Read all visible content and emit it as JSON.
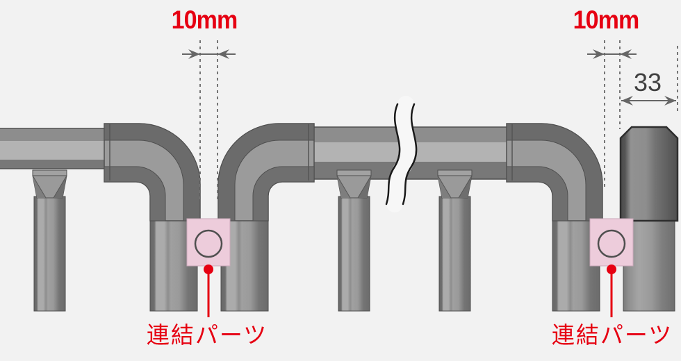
{
  "diagram": {
    "type": "product-dimension-illustration",
    "subject": "pipe-rack-joint",
    "dimensions": {
      "left_gap_label": "10mm",
      "right_gap_label": "10mm",
      "end_width_label": "33"
    },
    "annotations": {
      "left_connector_label": "連結パーツ",
      "right_connector_label": "連結パーツ"
    },
    "colors": {
      "background": "#f2f2f2",
      "accent_red": "#e60012",
      "connector_pink": "#edccdb",
      "dimension_gray": "#666666",
      "measure_text_dark": "#3f3f3f",
      "rail_light": "#b3b3b3",
      "rail_dark": "#787878",
      "elbow_dark": "#6b6b6b"
    }
  }
}
